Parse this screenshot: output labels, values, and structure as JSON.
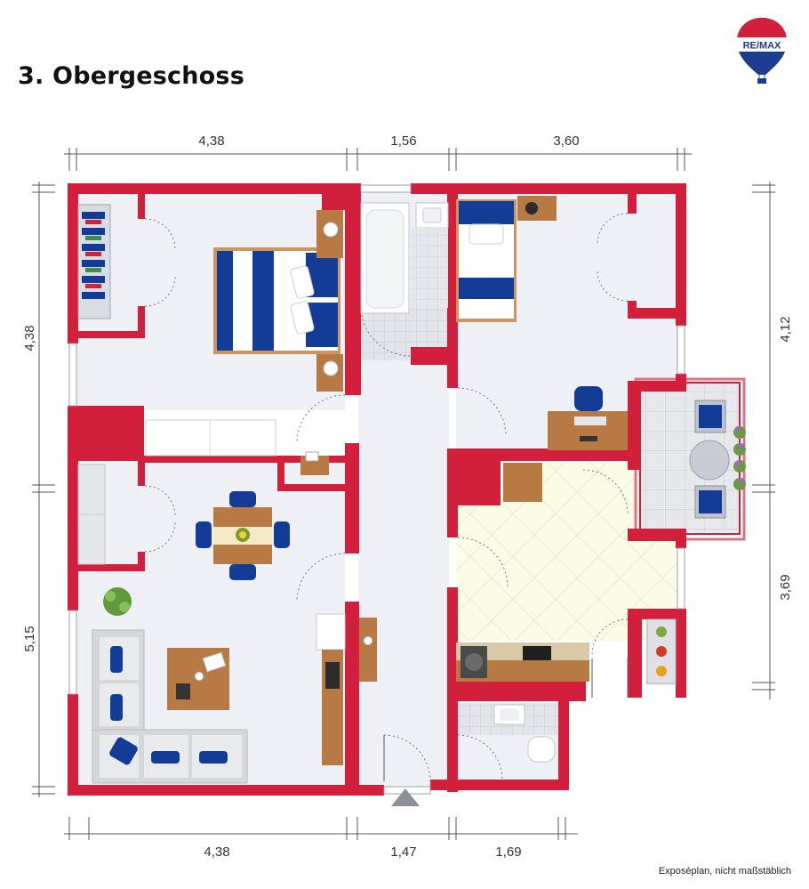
{
  "header": {
    "title": "3. Obergeschoss",
    "brand": "RE/MAX"
  },
  "footer": {
    "note": "Exposéplan, nicht maßstäblich"
  },
  "dimensions": {
    "top": [
      "4,38",
      "1,56",
      "3,60"
    ],
    "bottom": [
      "4,38",
      "1,47",
      "1,69"
    ],
    "left": [
      "4,38",
      "5,15"
    ],
    "right": [
      "4,12",
      "3,69"
    ]
  },
  "colors": {
    "wall": "#d21f3c",
    "floor": "#eef0f5",
    "tile": "#fbfbe8",
    "wood": "#b77a45",
    "fabric": "#123c96"
  }
}
